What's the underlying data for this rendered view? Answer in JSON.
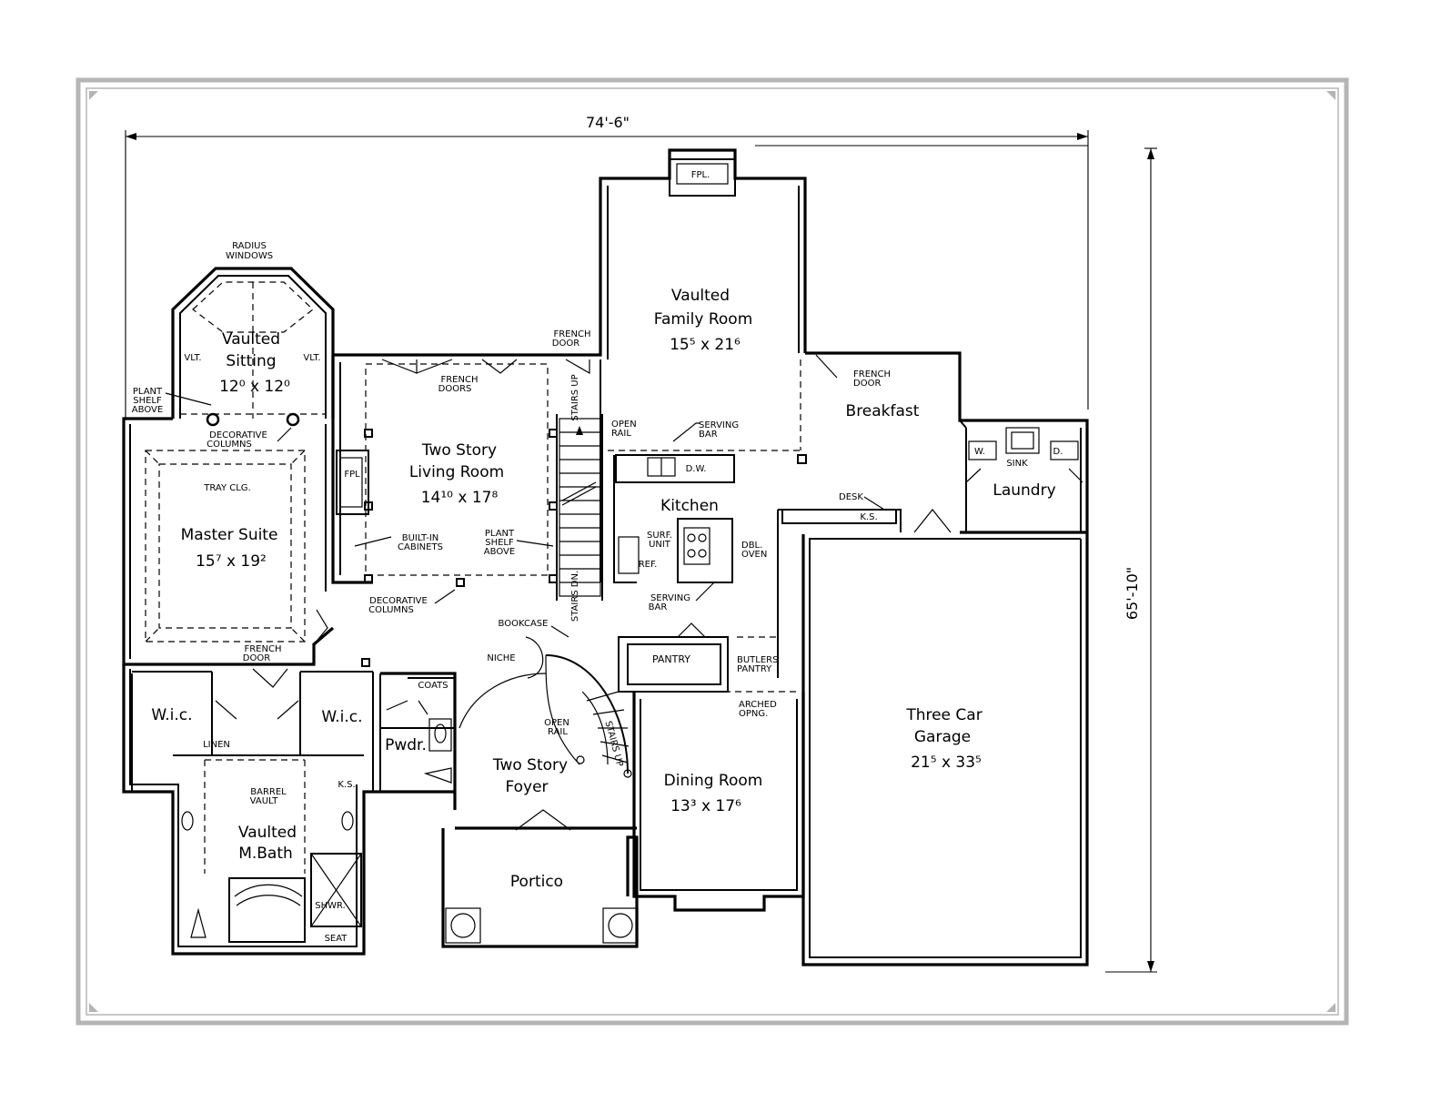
{
  "dimensions": {
    "width": "74'-6\"",
    "depth": "65'-10\""
  },
  "rooms": {
    "vaulted_sitting": {
      "name1": "Vaulted",
      "name2": "Sitting",
      "size": "12⁰ x 12⁰"
    },
    "two_story_living": {
      "name1": "Two Story",
      "name2": "Living Room",
      "size": "14¹⁰ x 17⁸"
    },
    "vaulted_family": {
      "name1": "Vaulted",
      "name2": "Family Room",
      "size": "15⁵ x 21⁶"
    },
    "breakfast": {
      "name": "Breakfast"
    },
    "laundry": {
      "name": "Laundry"
    },
    "kitchen": {
      "name": "Kitchen"
    },
    "master_suite": {
      "name": "Master Suite",
      "size": "15⁷ x 19²"
    },
    "wic_left": {
      "name": "W.i.c."
    },
    "wic_right": {
      "name": "W.i.c."
    },
    "powder": {
      "name": "Pwdr."
    },
    "foyer": {
      "name1": "Two Story",
      "name2": "Foyer"
    },
    "dining": {
      "name": "Dining Room",
      "size": "13³ x 17⁶"
    },
    "garage": {
      "name1": "Three Car",
      "name2": "Garage",
      "size": "21⁵ x 33⁵"
    },
    "master_bath": {
      "name1": "Vaulted",
      "name2": "M.Bath"
    },
    "portico": {
      "name": "Portico"
    },
    "pantry": {
      "name": "PANTRY"
    }
  },
  "notes": {
    "radius_windows_1": "RADIUS",
    "radius_windows_2": "WINDOWS",
    "vlt_left": "VLT.",
    "vlt_right": "VLT.",
    "plant_shelf_1": "PLANT",
    "plant_shelf_2": "SHELF",
    "plant_shelf_3": "ABOVE",
    "dec_columns_top_1": "DECORATIVE",
    "dec_columns_top_2": "COLUMNS",
    "tray_clg": "TRAY CLG.",
    "fpl_living": "FPL",
    "fpl_family": "FPL.",
    "french_doors_living_1": "FRENCH",
    "french_doors_living_2": "DOORS",
    "french_door_family_1": "FRENCH",
    "french_door_family_2": "DOOR",
    "french_door_breakfast_1": "FRENCH",
    "french_door_breakfast_2": "DOOR",
    "french_door_master_1": "FRENCH",
    "french_door_master_2": "DOOR",
    "stairs_up": "STAIRS UP",
    "stairs_dn": "STAIRS DN.",
    "open_rail_1": "OPEN",
    "open_rail_2": "RAIL",
    "serving_bar_top_1": "SERVING",
    "serving_bar_top_2": "BAR",
    "dw": "D.W.",
    "w": "W.",
    "d": "D.",
    "sink": "SINK",
    "desk": "DESK",
    "ks_kitchen": "K.S.",
    "surf_unit_1": "SURF.",
    "surf_unit_2": "UNIT",
    "dbl_oven_1": "DBL.",
    "dbl_oven_2": "OVEN",
    "ref": "REF.",
    "serving_bar_bot_1": "SERVING",
    "serving_bar_bot_2": "BAR",
    "built_in_1": "BUILT-IN",
    "built_in_2": "CABINETS",
    "plant_shelf_living_1": "PLANT",
    "plant_shelf_living_2": "SHELF",
    "plant_shelf_living_3": "ABOVE",
    "dec_columns_bot_1": "DECORATIVE",
    "dec_columns_bot_2": "COLUMNS",
    "bookcase": "BOOKCASE",
    "niche": "NICHE",
    "coats": "COATS",
    "butlers_1": "BUTLERS",
    "butlers_2": "PANTRY",
    "arched_1": "ARCHED",
    "arched_2": "OPNG.",
    "open_rail_foyer_1": "OPEN",
    "open_rail_foyer_2": "RAIL",
    "stairs_up_foyer": "STAIRS UP",
    "linen": "LINEN",
    "ks_bath": "K.S.",
    "barrel_1": "BARREL",
    "barrel_2": "VAULT",
    "shwr": "SHWR.",
    "seat": "SEAT"
  }
}
